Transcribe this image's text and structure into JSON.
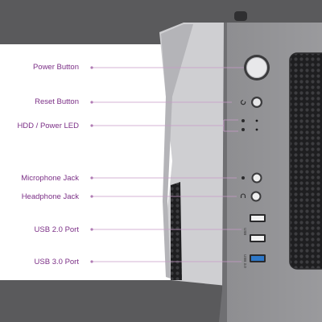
{
  "labels": {
    "power_button": "Power Button",
    "reset_button": "Reset Button",
    "hdd_power_led": "HDD / Power LED",
    "microphone_jack": "Microphone Jack",
    "headphone_jack": "Headphone Jack",
    "usb2_port": "USB 2.0 Port",
    "usb3_port": "USB 3.0 Port"
  },
  "port_markings": {
    "usb2": "USB",
    "usb3": "USB 3.0"
  },
  "colors": {
    "label_text": "#7b2f86",
    "leader_line": "#c79ac8",
    "background": "#5a5a5c",
    "usb3_tongue": "#2e78c8"
  },
  "icons": {
    "reset": "reset-icon",
    "led": "led-indicator-icon",
    "microphone": "microphone-icon",
    "headphone": "headphone-icon"
  }
}
